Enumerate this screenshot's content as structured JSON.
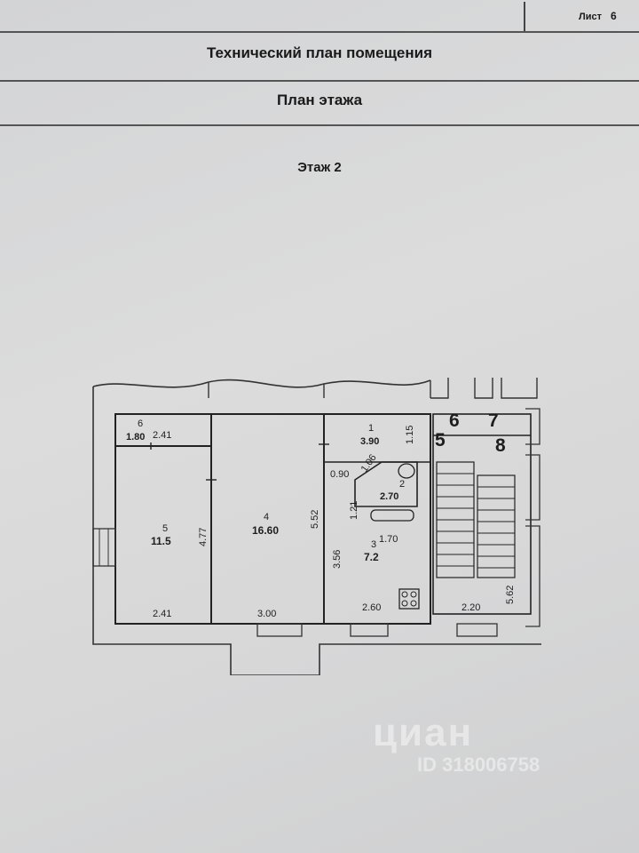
{
  "sheet": {
    "label": "Лист",
    "number": "6"
  },
  "header": {
    "title": "Технический план помещения",
    "subtitle": "План этажа",
    "floor": "Этаж 2"
  },
  "plan": {
    "rooms": [
      {
        "num": "1",
        "area": "3.90"
      },
      {
        "num": "2",
        "area": "2.70"
      },
      {
        "num": "3",
        "area": "7.2"
      },
      {
        "num": "4",
        "area": "16.60"
      },
      {
        "num": "5",
        "area": "11.5"
      },
      {
        "num": "6",
        "area": "1.80"
      }
    ],
    "dimensions": [
      "2.41",
      "4.77",
      "2.41",
      "5.52",
      "3.00",
      "1.15",
      "1.06",
      "0.90",
      "1.21",
      "3.56",
      "1.70",
      "2.60",
      "2.20",
      "5.62"
    ],
    "external_numbers": [
      "6",
      "7",
      "5",
      "8"
    ]
  },
  "watermark": {
    "brand": "циан",
    "id": "ID 318006758"
  }
}
